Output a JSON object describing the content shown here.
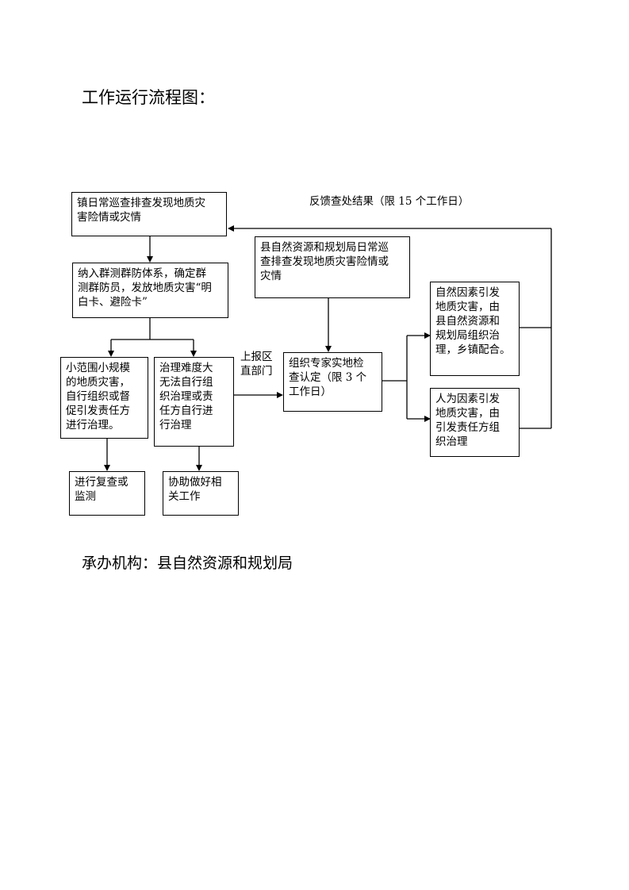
{
  "title": "工作运行流程图：",
  "boxes": {
    "daily_patrol": "镇日常巡查排查发现地质灾\n害险情或灾情",
    "group_prevention": "纳入群测群防体系，确定群\n测群防员，发放地质灾害“明\n白卡、避险卡”",
    "small_disaster": "小范围小规模\n的地质灾害，\n自行组织或督\n促引发责任方\n进行治理。",
    "difficult_treatment": "治理难度大\n无法自行组\n织治理或责\n任方自行进\n行治理",
    "review_monitor": "进行复查或\n监测",
    "assist_work": "协助做好相\n关工作",
    "county_patrol": "县自然资源和规划局日常巡\n查排查发现地质灾害险情或\n灾情",
    "expert_check": "组织专家实地检\n查认定（限 3 个\n工作日）",
    "natural_cause": "自然因素引发\n地质灾害，由\n县自然资源和\n规划局组织治\n理，乡镇配合。",
    "human_cause": "人为因素引发\n地质灾害，由\n引发责任方组\n织治理"
  },
  "labels": {
    "feedback": "反馈查处结果（限 15 个工作日）",
    "report": "上报区\n直部门"
  },
  "footer": "承办机构：县自然资源和规划局"
}
